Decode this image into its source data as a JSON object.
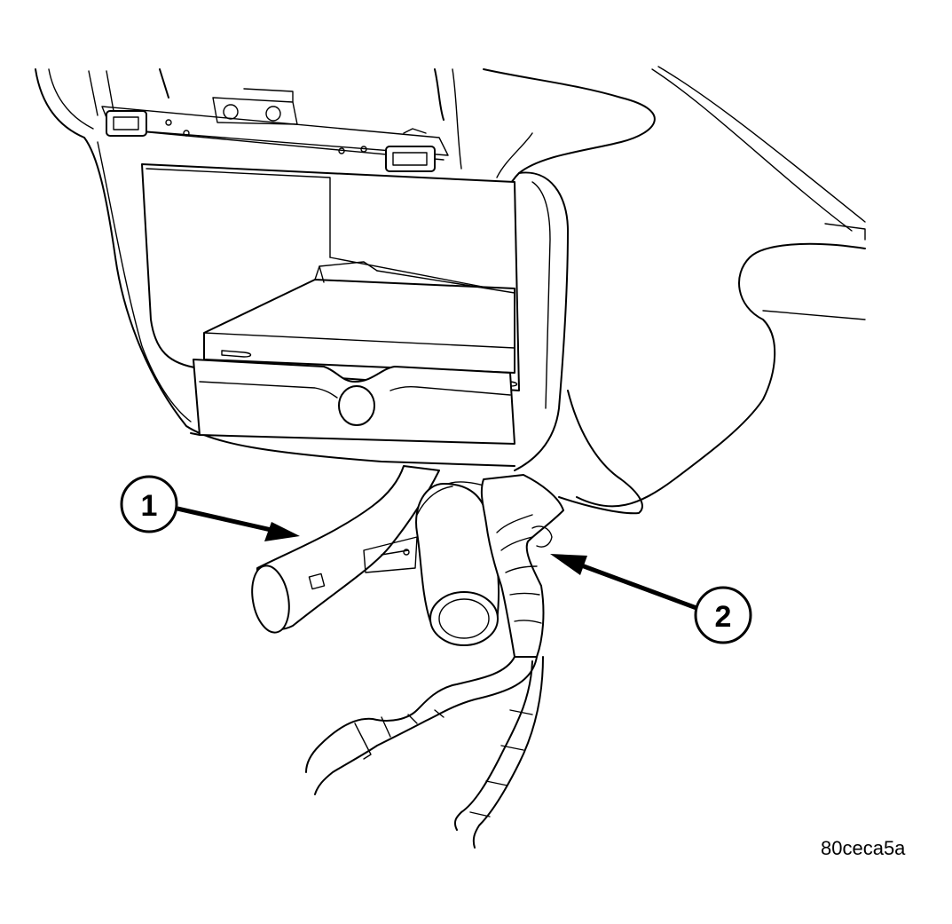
{
  "callouts": [
    {
      "label": "1"
    },
    {
      "label": "2"
    }
  ],
  "figure_id": "80ceca5a"
}
